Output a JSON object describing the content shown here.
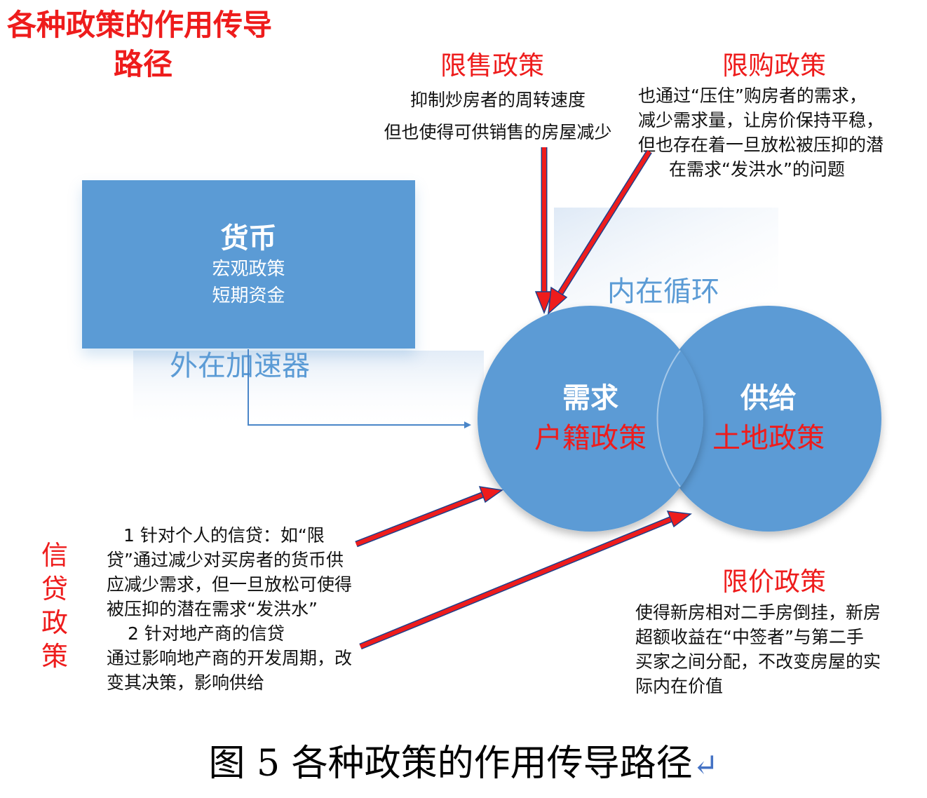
{
  "title": {
    "line1": "各种政策的作用传导",
    "line2": "路径"
  },
  "xianshou": {
    "heading": "限售政策",
    "lines": [
      "抑制炒房者的周转速度",
      "但也使得可供销售的房屋减少"
    ]
  },
  "xiangou": {
    "heading": "限购政策",
    "lines": [
      "也通过“压住”购房者的需求，",
      "减少需求量，让房价保持平稳，",
      "但也存在着一旦放松被压抑的潜",
      "在需求“发洪水”的问题"
    ]
  },
  "money_box": {
    "heading": "货币",
    "line1": "宏观政策",
    "line2": "短期资金"
  },
  "external_label": "外在加速器",
  "internal_label": "内在循环",
  "demand_circle": {
    "title": "需求",
    "policy": "户籍政策"
  },
  "supply_circle": {
    "title": "供给",
    "policy": "土地政策"
  },
  "credit": {
    "vertical": [
      "信",
      "贷",
      "政",
      "策"
    ],
    "lines": [
      "1 针对个人的信贷：如“限",
      "贷”通过减少对买房者的货币供",
      "应减少需求，但一旦放松可使得",
      "被压抑的潜在需求“发洪水”",
      "2 针对地产商的信贷",
      "通过影响地产商的开发周期，改",
      "变其决策，影响供给"
    ]
  },
  "xianjia": {
    "heading": "限价政策",
    "lines": [
      "使得新房相对二手房倒挂，新房",
      "超额收益在“中签者”与第二手",
      "买家之间分配，不改变房屋的实",
      "际内在价值"
    ]
  },
  "caption": {
    "text": "图 5  各种政策的作用传导路径",
    "return_mark": "↵"
  },
  "colors": {
    "blue": "#5b9bd5",
    "red": "#ee1c1c",
    "line_blue": "#4a86c8"
  }
}
